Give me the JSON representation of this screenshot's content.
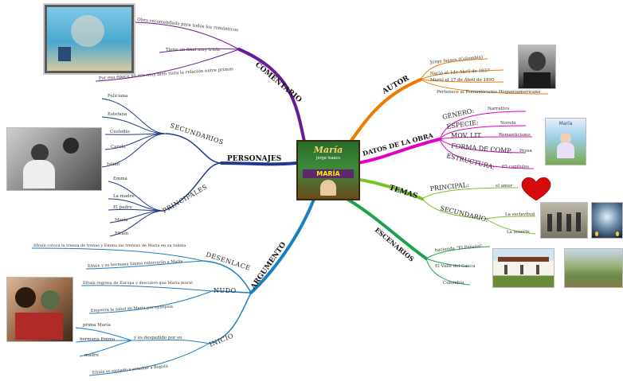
{
  "colors": {
    "comentario": "#6a1b9a",
    "personajes": "#1f3a8a",
    "argumento": "#1a7fc2",
    "autor": "#f07a00",
    "datos": "#e000c8",
    "temas": "#7ac22a",
    "escenarios": "#1aa34a"
  },
  "center": {
    "label": "MARÍA",
    "title": "María",
    "subtitle": "Jorge Isaacs"
  },
  "branches": {
    "comentario": {
      "label": "COMENTARIO",
      "items": [
        "Obra recomendada para todos los románticos",
        "Tiene un final muy triste",
        "Por esa época no era muy bien vista la relación entre primos"
      ]
    },
    "personajes": {
      "label": "PERSONAJES",
      "secundarios": {
        "label": "SECUNDARIOS",
        "items": [
          "Feliciana",
          "Estefana",
          "Custodio",
          "Carolo",
          "Julián"
        ]
      },
      "principales": {
        "label": "PRINCIPALES",
        "items": [
          "Emma",
          "La madre",
          "El padre",
          "María",
          "Efraín"
        ]
      }
    },
    "argumento": {
      "label": "ARGUMENTO",
      "desenlace": {
        "label": "DESENLACE",
        "items": [
          "Efraín coloca la trenza de trenas y Emma las trenzas de María en su tumba",
          "Efraín y su hermana Emma enterrarán a María"
        ]
      },
      "nudo": {
        "label": "NUDO",
        "items": [
          "Efraín regresa de Europa y descubre que María murió",
          "Empeora la salud de María por epilepsia"
        ]
      },
      "inicio": {
        "label": "INICIO",
        "items": [
          "prima María",
          "hermana Emma",
          "madre",
          "y es despedido por su",
          "Efraín es enviado a estudiar a Bogotá"
        ]
      }
    },
    "autor": {
      "label": "AUTOR",
      "items": [
        "Jorge Isaacs (Colombia)",
        "Nació el 1de Abril de 1837",
        "Murió el 17 de Abril de 1895",
        "Pertenece al Romanticismo Hispanoamericano"
      ]
    },
    "datos": {
      "label": "DATOS DE LA OBRA",
      "rows": [
        {
          "key": "GÉNERO:",
          "value": "Narrativo"
        },
        {
          "key": "ESPECIE:",
          "value": "Novela"
        },
        {
          "key": "MOV. LIT.",
          "value": "Romanticismo"
        },
        {
          "key": "FORMA DE COMP.",
          "value": "Prosa"
        },
        {
          "key": "ESTRUCTURA:",
          "value": "65 capítulos"
        }
      ]
    },
    "temas": {
      "label": "TEMAS",
      "principal": {
        "key": "PRINCIPAL:",
        "value": "el amor"
      },
      "secundario": {
        "key": "SECUNDARIO:",
        "values": [
          "La esclavitud",
          "La muerte"
        ]
      }
    },
    "escenarios": {
      "label": "ESCENARIOS",
      "items": [
        "hacienda \"El Paraíso\"",
        "El Valle del Cauca",
        "Colombia"
      ]
    }
  },
  "images": {
    "comentario": "beach-couple-photo",
    "personajes": "period-film-still-photo",
    "argumento": "romantic-couple-painting",
    "autor": "author-portrait-photo",
    "datos": "book-cover-girl-illustration",
    "datos_caption": "María",
    "temas_love": "heart-icon",
    "temas_slavery": "slaves-drawing",
    "temas_death": "ghost-woman-image",
    "escenarios_hacienda": "hacienda-house-photo",
    "escenarios_valley": "valley-landscape-photo"
  }
}
